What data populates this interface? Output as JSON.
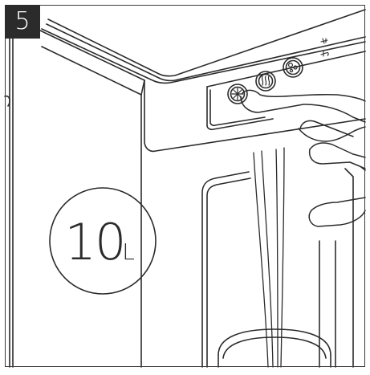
{
  "step": {
    "number": "5"
  },
  "volume_badge": {
    "value": "10",
    "unit": "L"
  },
  "panel": {
    "buttons": [
      {
        "icon": "cold-water-icon"
      },
      {
        "icon": "hot-water-icon"
      },
      {
        "icon": "sparkling-water-icon"
      }
    ]
  },
  "colors": {
    "line": "#2b2b2b",
    "badge_bg": "#2b2b2b",
    "background": "#ffffff"
  }
}
